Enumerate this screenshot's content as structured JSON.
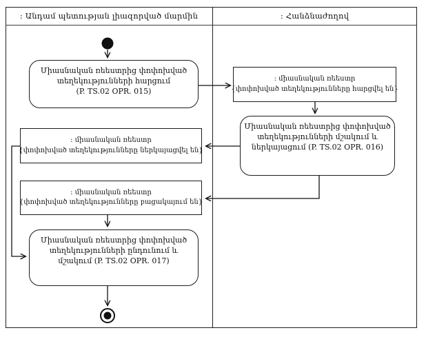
{
  "lanes": {
    "left": {
      "title": ": Անդամ պետության լիազորված մարմին"
    },
    "right": {
      "title": ": Հանձնաժողով"
    }
  },
  "nodes": {
    "query_changed_info": {
      "type": "action",
      "lines": [
        "Միասնական ռեեստրից փոփոխված",
        "տեղեկությունների հարցում",
        "(P. TS.02 OPR. 015)"
      ]
    },
    "register_queried": {
      "type": "object",
      "lines": [
        ": միասնական ռեեստր",
        "{փոփոխված տեղեկությունները հարցվել են}"
      ]
    },
    "process_and_submit": {
      "type": "action",
      "lines": [
        "Միասնական ռեեստրից փոփոխված",
        "տեղեկությունների մշակում և",
        "ներկայացում (P. TS.02 OPR. 016)"
      ]
    },
    "register_submitted": {
      "type": "object",
      "lines": [
        ": միասնական ռեեստր",
        "{փոփոխված տեղեկությունները ներկայացվել են}"
      ]
    },
    "register_absent": {
      "type": "object",
      "lines": [
        ": միասնական ռեեստր",
        "{փոփոխված տեղեկությունները բացակայում են}"
      ]
    },
    "receive_and_process": {
      "type": "action",
      "lines": [
        "Միասնական ռեեստրից փոփոխված",
        "տեղեկությունների ընդունում և",
        "մշակում (P. TS.02 OPR. 017)"
      ]
    }
  },
  "colors": {
    "line": "#111111",
    "background": "#ffffff"
  }
}
